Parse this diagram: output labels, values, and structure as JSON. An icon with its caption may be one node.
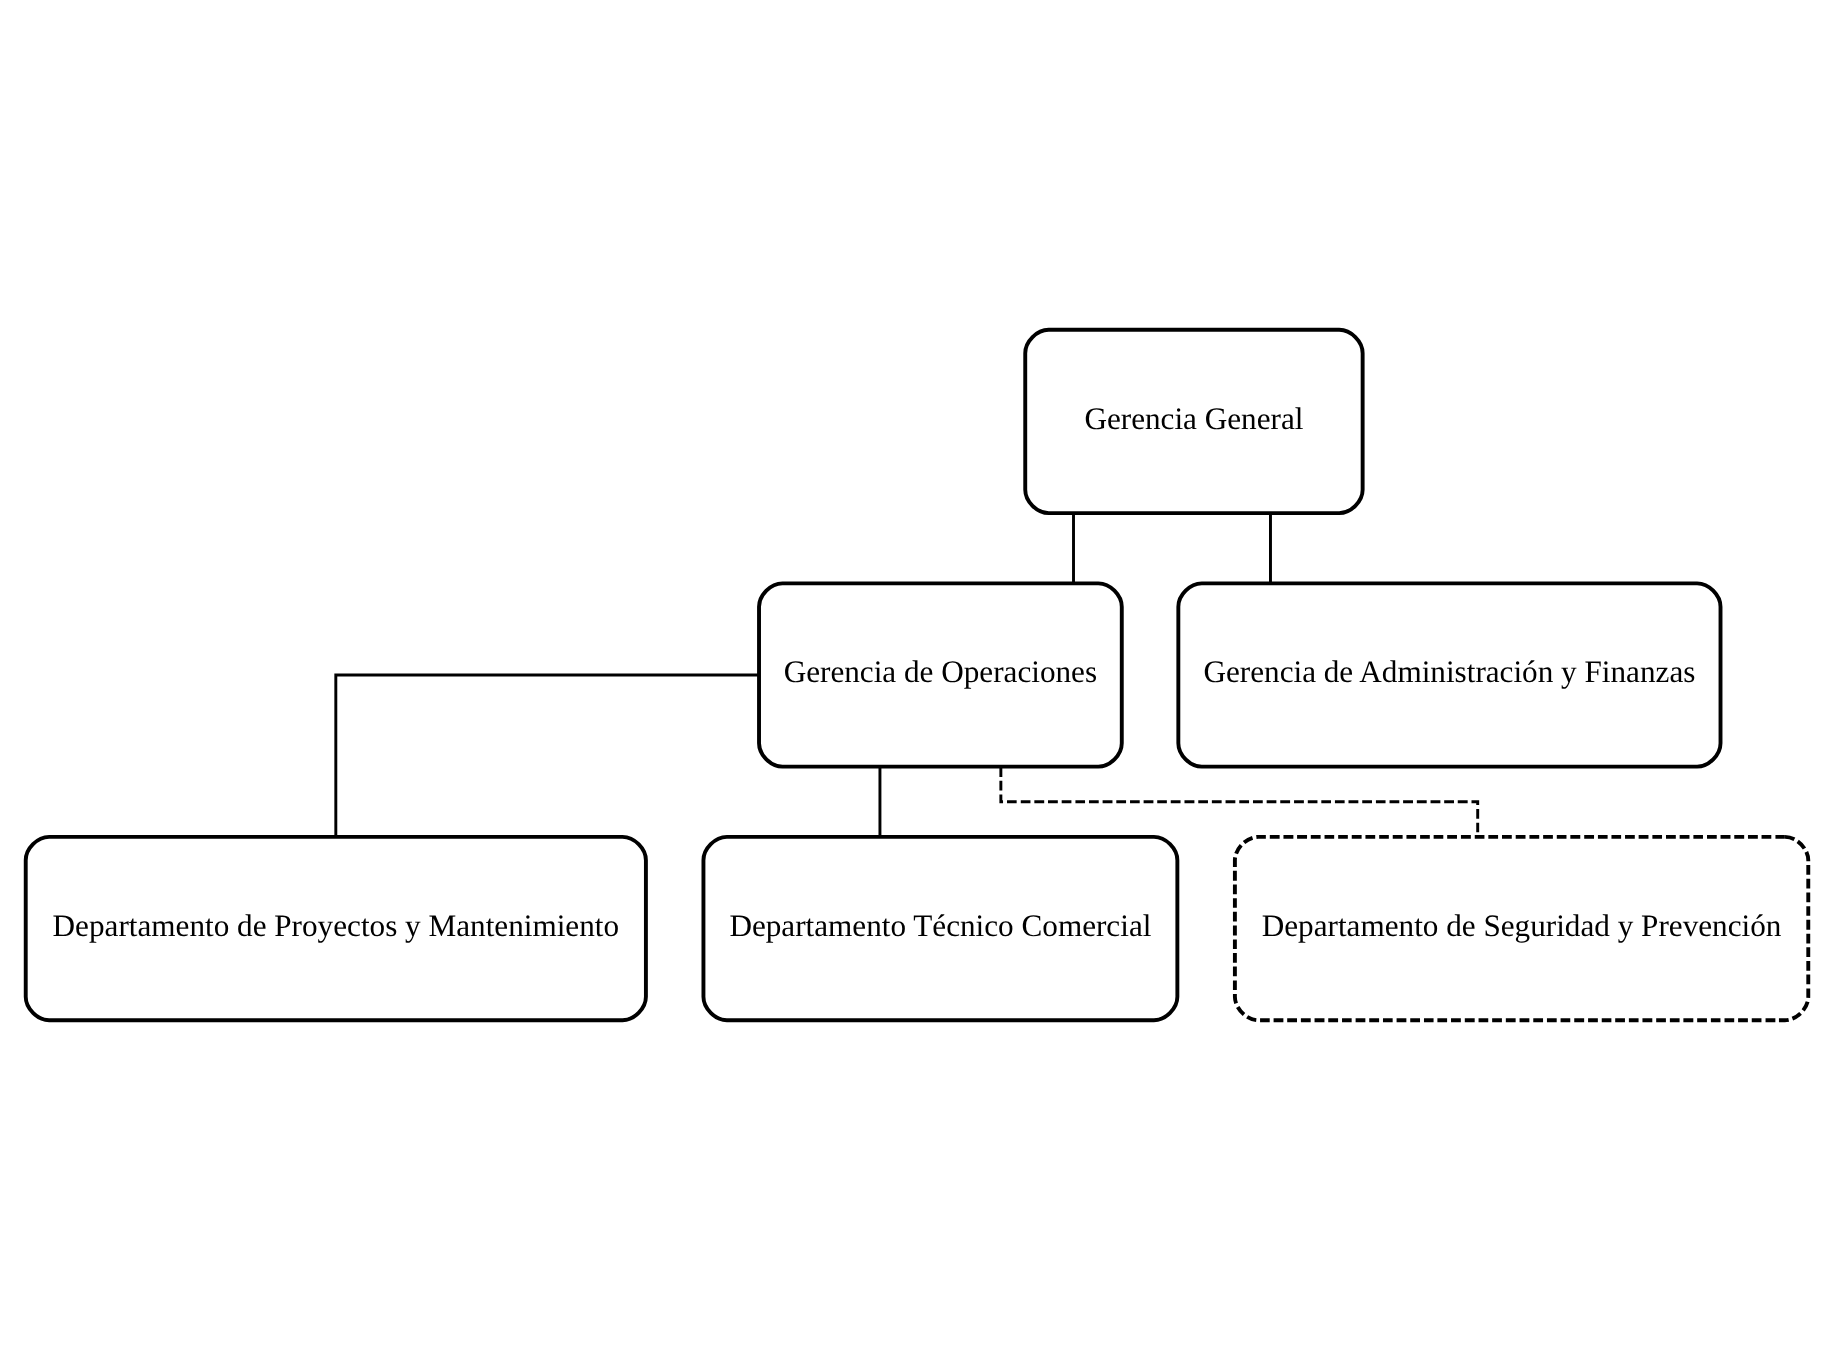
{
  "diagram": {
    "nodes": [
      {
        "text": [
          "Gerencia General"
        ]
      },
      {
        "text": [
          "Gerencia de Operaciones"
        ]
      },
      {
        "text": [
          "Gerencia de Administración y Finanzas"
        ]
      },
      {
        "text": [
          "Departamento de Proyectos y Mantenimiento"
        ]
      },
      {
        "text": [
          "Departamento Técnico Comercial"
        ]
      },
      {
        "text": [
          "Departamento de Seguridad y Prevención"
        ]
      }
    ],
    "edges": [
      {
        "from": 0,
        "to": 1,
        "arrow": "none"
      },
      {
        "from": 0,
        "to": 2,
        "arrow": "none"
      },
      {
        "from": 1,
        "to": 3,
        "arrow": "none"
      },
      {
        "from": 1,
        "to": 4,
        "arrow": "none"
      },
      {
        "from": 1,
        "to": 5,
        "arrow": "none",
        "style": "dashed"
      }
    ]
  }
}
